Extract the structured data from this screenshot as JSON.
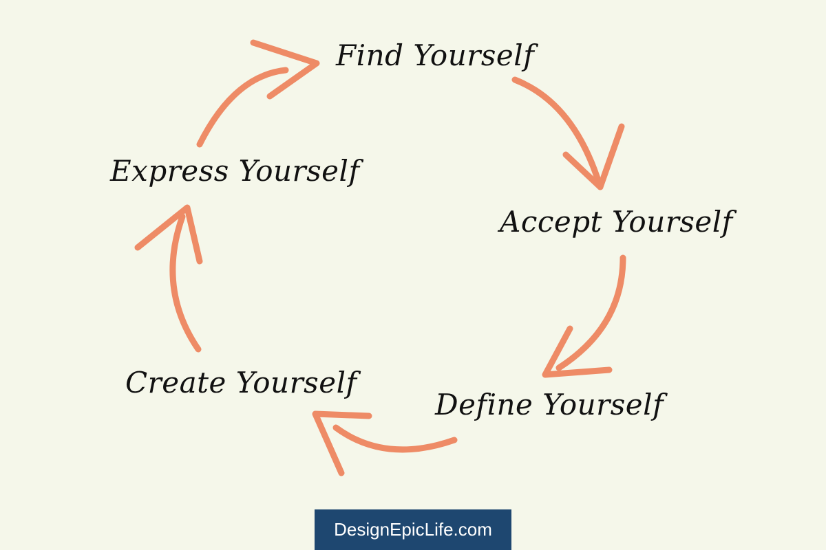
{
  "diagram": {
    "steps": [
      {
        "label": "Find Yourself"
      },
      {
        "label": "Accept Yourself"
      },
      {
        "label": "Define Yourself"
      },
      {
        "label": "Create Yourself"
      },
      {
        "label": "Express Yourself"
      }
    ],
    "arrow_color": "#ee8b66",
    "background_color": "#f5f7ea",
    "text_color": "#111111"
  },
  "footer": {
    "brand": "DesignEpicLife.com",
    "badge_color": "#1e4770"
  }
}
